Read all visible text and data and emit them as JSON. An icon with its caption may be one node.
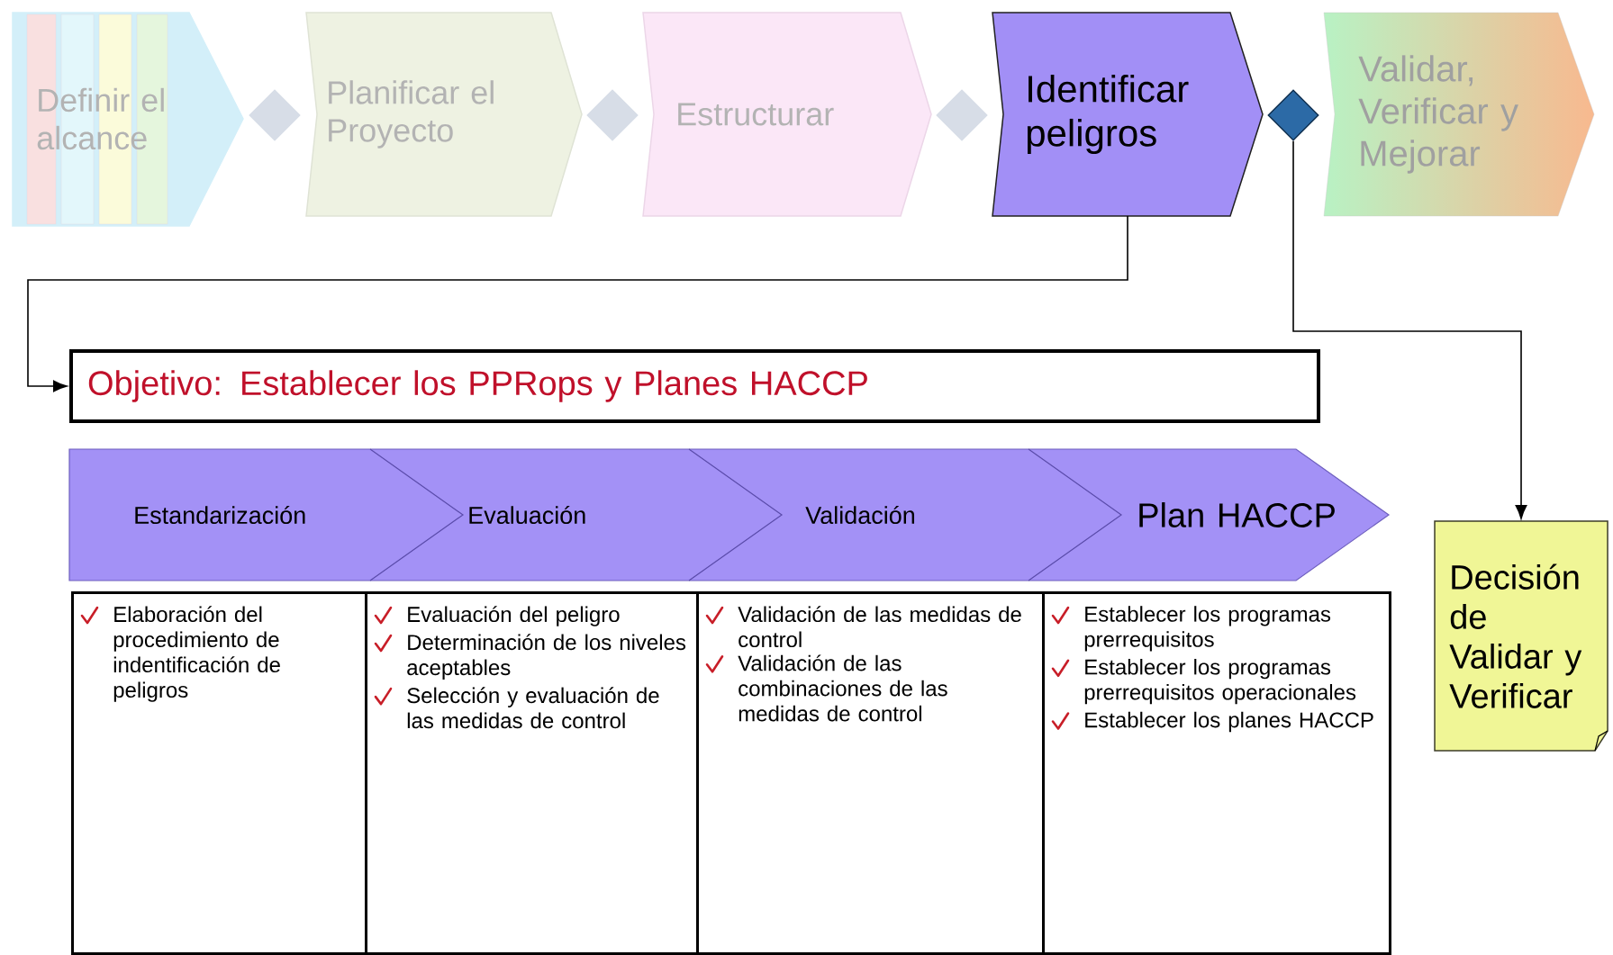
{
  "diagram": {
    "nodes": [
      {
        "text": [
          "Definir el alcance"
        ]
      },
      {
        "text": [],
        "shape": "diamond"
      },
      {
        "text": [
          "Planificar el Proyecto"
        ]
      },
      {
        "text": [],
        "shape": "diamond"
      },
      {
        "text": [
          "Estructurar"
        ]
      },
      {
        "text": [],
        "shape": "diamond"
      },
      {
        "text": [
          "Identificar peligros"
        ]
      },
      {
        "text": [],
        "shape": "diamond"
      },
      {
        "text": [
          "Validar, Verificar y Mejorar"
        ]
      },
      {
        "text": [
          "Objetivo: Establecer los PPRops y Planes HACCP"
        ]
      },
      {
        "text": [],
        "shape": "arrow"
      },
      {
        "text": [
          "Estandarización"
        ],
        "in": 10
      },
      {
        "text": [
          "Evaluación"
        ],
        "in": 10
      },
      {
        "text": [
          "Validación"
        ],
        "in": 10
      },
      {
        "text": [
          "Plan HACCP"
        ],
        "in": 10
      },
      {
        "text": [
          "Elaboración del procedimiento de indentificación de peligros"
        ]
      },
      {
        "text": [
          "Evaluación del peligro",
          "Determinación de los niveles aceptables",
          "Selección y evaluación de las medidas de control"
        ]
      },
      {
        "text": [
          "Validación de las medidas de control",
          "Validación de las combinaciones de las medidas de control"
        ]
      },
      {
        "text": [
          "Establecer los programas prerrequisitos",
          "Establecer los programas prerrequisitos operacionales",
          "Establecer los planes HACCP"
        ]
      },
      {
        "text": [
          "Decisión de Validar y Verificar"
        ]
      }
    ],
    "edges": [
      {
        "from": 6,
        "to": 9,
        "arrow": "to"
      },
      {
        "from": 7,
        "to": 19,
        "arrow": "to"
      }
    ]
  }
}
